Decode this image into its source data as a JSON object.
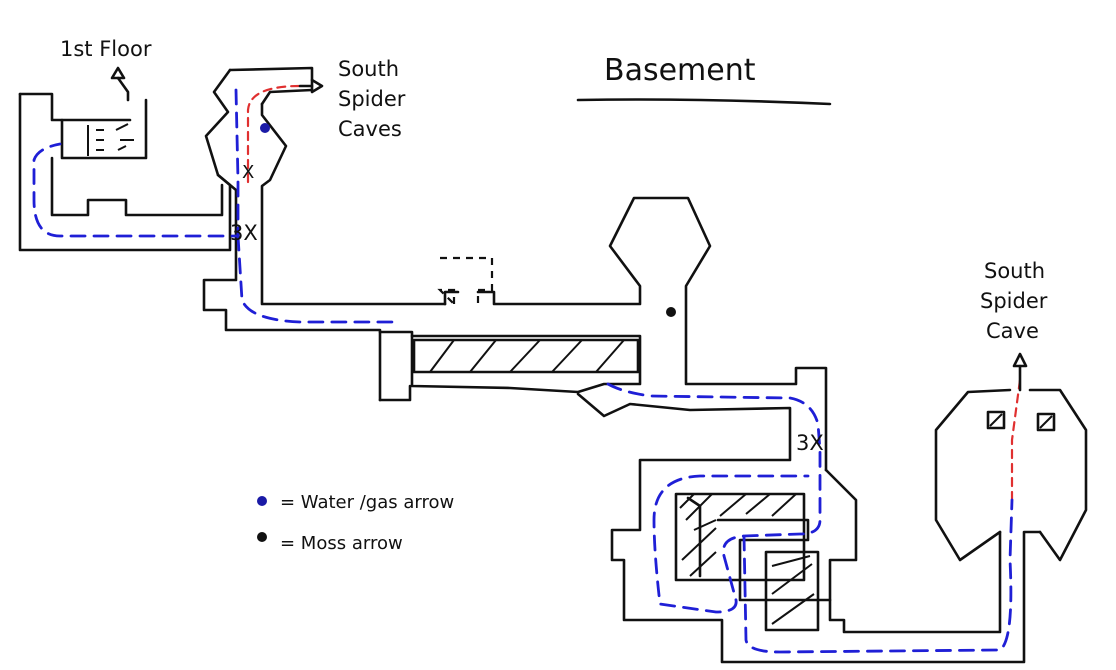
{
  "title": "Basement",
  "labels": {
    "first_floor": "1st Floor",
    "south_spider_caves_top": [
      "South",
      "Spider",
      "Caves"
    ],
    "south_spider_caves_right": [
      "South",
      "Spider",
      "Cave"
    ],
    "multiplier_upper": "3X",
    "multiplier_lower": "3X",
    "cross_mark": "X"
  },
  "legend": [
    {
      "marker": "water-gas-arrow-marker",
      "text": "= Water /gas  arrow",
      "color": "#1a1aa6"
    },
    {
      "marker": "moss-arrow-marker",
      "text": "= Moss  arrow",
      "color": "#111111"
    }
  ],
  "colors": {
    "route_blue": "#1f1fd6",
    "route_red": "#e03030",
    "water_marker": "#1a1aa6",
    "moss_marker": "#111111",
    "ink": "#111111"
  }
}
